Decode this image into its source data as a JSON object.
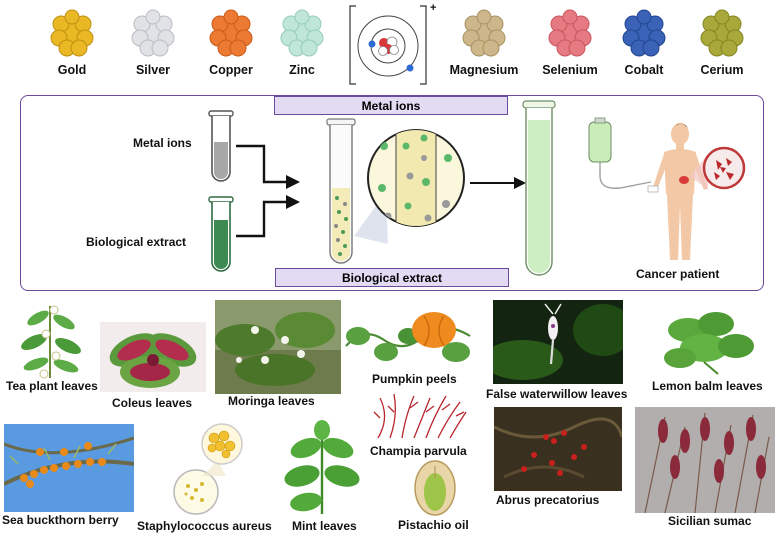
{
  "metals": [
    {
      "label": "Gold",
      "color": "#e9b824",
      "dark": "#c08f10"
    },
    {
      "label": "Silver",
      "color": "#e0e2e6",
      "dark": "#b9bcc2"
    },
    {
      "label": "Copper",
      "color": "#ec7a32",
      "dark": "#c95a1a"
    },
    {
      "label": "Zinc",
      "color": "#bfe6d8",
      "dark": "#96ccb9"
    },
    {
      "label": "Magnesium",
      "color": "#cdb78a",
      "dark": "#a89163"
    },
    {
      "label": "Selenium",
      "color": "#e67a82",
      "dark": "#c9545e"
    },
    {
      "label": "Cobalt",
      "color": "#3a63b8",
      "dark": "#23448e"
    },
    {
      "label": "Cerium",
      "color": "#a9a83a",
      "dark": "#858422"
    }
  ],
  "atom_charge": "+",
  "process": {
    "top_tag": "Metal ions",
    "bottom_tag": "Biological extract",
    "metal_ions_label": "Metal ions",
    "bio_extract_label": "Biological extract",
    "patient_label": "Cancer patient"
  },
  "sources": {
    "tea": "Tea plant leaves",
    "coleus": "Coleus leaves",
    "moringa": "Moringa leaves",
    "pumpkin": "Pumpkin peels",
    "false_waterwillow": "False waterwillow leaves",
    "lemon_balm": "Lemon balm leaves",
    "champia": "Champia parvula",
    "sea_buckthorn": "Sea buckthorn berry",
    "staph": "Staphylococcus aureus",
    "mint": "Mint leaves",
    "pistachio": "Pistachio oil",
    "abrus": "Abrus precatorius",
    "sumac": "Sicilian sumac"
  }
}
